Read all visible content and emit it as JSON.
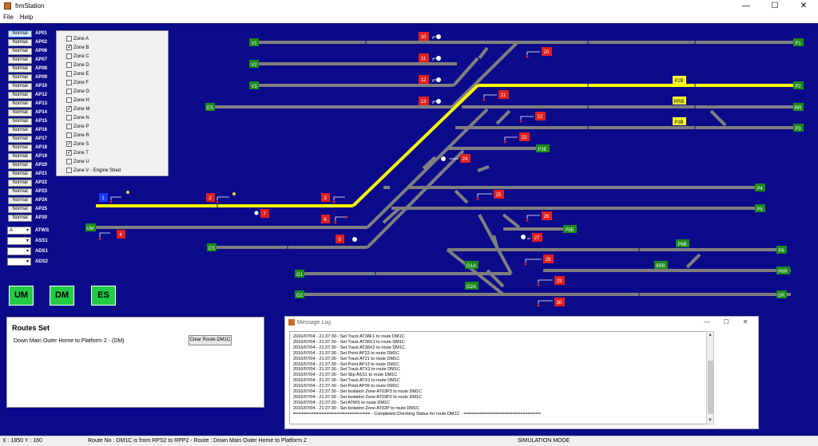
{
  "window": {
    "title": "frmStation",
    "min": "—",
    "max": "☐",
    "close": "✕"
  },
  "menu": {
    "file": "File",
    "help": "Help"
  },
  "points": [
    {
      "state": "Normal",
      "label": "AP01"
    },
    {
      "state": "Normal",
      "label": "AP02"
    },
    {
      "state": "Normal",
      "label": "AP06"
    },
    {
      "state": "Normal",
      "label": "AP07"
    },
    {
      "state": "Normal",
      "label": "AP08"
    },
    {
      "state": "Normal",
      "label": "AP09"
    },
    {
      "state": "Normal",
      "label": "AP10"
    },
    {
      "state": "Normal",
      "label": "AP12"
    },
    {
      "state": "Normal",
      "label": "AP13"
    },
    {
      "state": "Normal",
      "label": "AP14"
    },
    {
      "state": "Normal",
      "label": "AP15"
    },
    {
      "state": "Normal",
      "label": "AP16"
    },
    {
      "state": "Normal",
      "label": "AP17"
    },
    {
      "state": "Normal",
      "label": "AP18"
    },
    {
      "state": "Normal",
      "label": "AP19"
    },
    {
      "state": "Normal",
      "label": "AP20"
    },
    {
      "state": "Normal",
      "label": "AP21"
    },
    {
      "state": "Normal",
      "label": "AP22"
    },
    {
      "state": "Normal",
      "label": "AP23"
    },
    {
      "state": "Normal",
      "label": "AP24"
    },
    {
      "state": "Normal",
      "label": "AP25"
    },
    {
      "state": "Normal",
      "label": "AP30"
    }
  ],
  "dropdowns": [
    {
      "value": "A",
      "label": "ATWS"
    },
    {
      "value": "",
      "label": "ASS1"
    },
    {
      "value": "",
      "label": "ADS1"
    },
    {
      "value": "",
      "label": "ADS2"
    }
  ],
  "zones": [
    {
      "label": "Zone A",
      "checked": false
    },
    {
      "label": "Zone B",
      "checked": true
    },
    {
      "label": "Zone C",
      "checked": false
    },
    {
      "label": "Zone D",
      "checked": false
    },
    {
      "label": "Zone E",
      "checked": false
    },
    {
      "label": "Zone F",
      "checked": false
    },
    {
      "label": "Zone G",
      "checked": false
    },
    {
      "label": "Zone H",
      "checked": false
    },
    {
      "label": "Zone M",
      "checked": true
    },
    {
      "label": "Zone N",
      "checked": false
    },
    {
      "label": "Zone P",
      "checked": false
    },
    {
      "label": "Zone R",
      "checked": false
    },
    {
      "label": "Zone S",
      "checked": true
    },
    {
      "label": "Zone T",
      "checked": true
    },
    {
      "label": "Zone U",
      "checked": false
    },
    {
      "label": "Zone V - Engine Shed",
      "checked": false
    }
  ],
  "modes": {
    "um": "UM",
    "dm": "DM",
    "es": "ES"
  },
  "routes": {
    "title": "Routes Set",
    "entry": "Down Main Outer Home to Platform 2 - (DM)",
    "clear_label": "Clear Route DM1C"
  },
  "message_log": {
    "title": "Message Log",
    "lines": [
      "2016/07/04 - 21:37:30 - Set Track AT38F1 to route DM1C",
      "2016/07/04 - 21:37:30 - Set Track AT38X1 to route DM1C",
      "2016/07/04 - 21:37:30 - Set Track AT38X2 to route DM1C",
      "2016/07/04 - 21:37:30 - Set Point AP23 to route DM1C",
      "2016/07/04 - 21:37:30 - Set Track AT21 to route DM1C",
      "2016/07/04 - 21:37:30 - Set Point AP13 to route DM1C",
      "2016/07/04 - 21:37:30 - Set Track ATX3 to route DM1C",
      "2016/07/04 - 21:37:30 - Set Slip ASS1 to route DM1C",
      "2016/07/04 - 21:37:30 - Set Track ATX2 to route DM1C",
      "2016/07/04 - 21:37:30 - Set Point AP09 to route DM1C",
      "2016/07/04 - 21:37:30 - Set Isolation Zone AT03P3 to route DM1C",
      "2016/07/04 - 21:37:30 - Set Isolation Zone AT03P2 to route DM1C",
      "2016/07/04 - 21:37:30 - Set ATWS to route DM1C",
      "2016/07/04 - 21:37:30 - Set Isolation Zone AT02P to route DM1C",
      "============================== - Completed Checking Status for route DM1C - =============================="
    ]
  },
  "status": {
    "coords": "X : 1850 Y : 160",
    "route": "Route No : DM1C is from RPS2 to RPP2 - Route : Down Main Outer Home to Platform 2",
    "mode": "SIMULATION MODE"
  },
  "track_labels": {
    "v1": "V1",
    "v2": "V2",
    "v3": "V3",
    "es": "ES",
    "um": "UM",
    "cs": "CS",
    "g1": "G1",
    "g2": "G2",
    "g1a": "G1A",
    "g2a": "G2A",
    "p1": "P1",
    "p2": "P2",
    "rr": "RR",
    "p3": "P3",
    "p3e": "P3E",
    "p4": "P4",
    "p5": "P5",
    "p5e": "P5E",
    "p6b": "P6B",
    "p6": "P6",
    "p6r": "P6R",
    "gr": "GR",
    "6rb": "6RB",
    "p2b": "P2B",
    "rrb": "RRB",
    "p3b": "P3B"
  },
  "signals": [
    "1",
    "2",
    "3",
    "4",
    "5",
    "6",
    "7",
    "10",
    "11",
    "12",
    "13",
    "20",
    "21",
    "22",
    "23",
    "24",
    "25",
    "26",
    "27",
    "28",
    "29",
    "30"
  ],
  "colors": {
    "background": "#0a0a8a",
    "track": "#7f7f7f",
    "route": "#ffff00",
    "signal_red": "#e02020",
    "signal_blue": "#1a3aff",
    "label_green": "#1a8a1a",
    "label_yellow": "#ffff33"
  }
}
